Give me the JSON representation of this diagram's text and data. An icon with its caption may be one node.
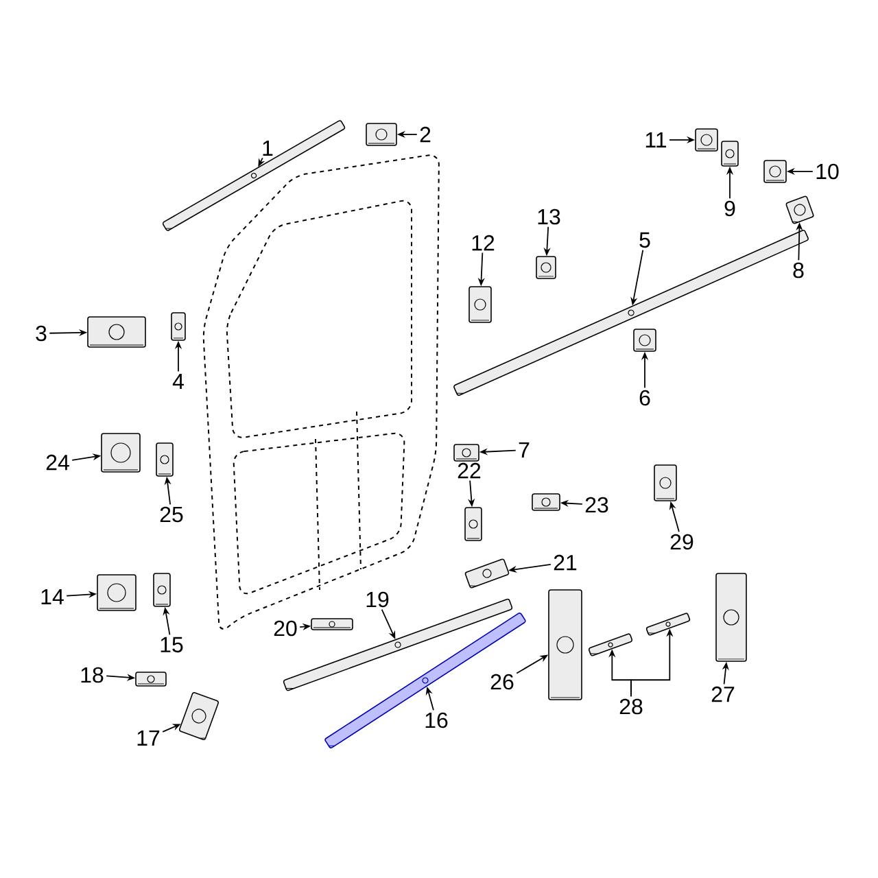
{
  "diagram": {
    "nodes": [
      {
        "text": [
          "1"
        ]
      },
      {
        "text": [],
        "shape": "picture"
      },
      {
        "text": [
          "2"
        ]
      },
      {
        "text": [],
        "shape": "picture"
      },
      {
        "text": [
          "3"
        ]
      },
      {
        "text": [],
        "shape": "picture"
      },
      {
        "text": [
          "4"
        ]
      },
      {
        "text": [],
        "shape": "picture"
      },
      {
        "text": [
          "5"
        ]
      },
      {
        "text": [],
        "shape": "picture"
      },
      {
        "text": [
          "6"
        ]
      },
      {
        "text": [],
        "shape": "picture"
      },
      {
        "text": [
          "7"
        ]
      },
      {
        "text": [],
        "shape": "picture"
      },
      {
        "text": [
          "8"
        ]
      },
      {
        "text": [],
        "shape": "picture"
      },
      {
        "text": [
          "9"
        ]
      },
      {
        "text": [],
        "shape": "picture"
      },
      {
        "text": [
          "10"
        ]
      },
      {
        "text": [],
        "shape": "picture"
      },
      {
        "text": [
          "11"
        ]
      },
      {
        "text": [],
        "shape": "picture"
      },
      {
        "text": [
          "12"
        ]
      },
      {
        "text": [],
        "shape": "picture"
      },
      {
        "text": [
          "13"
        ]
      },
      {
        "text": [],
        "shape": "picture"
      },
      {
        "text": [
          "14"
        ]
      },
      {
        "text": [],
        "shape": "picture"
      },
      {
        "text": [
          "15"
        ]
      },
      {
        "text": [],
        "shape": "picture"
      },
      {
        "text": [
          "16"
        ]
      },
      {
        "text": [],
        "shape": "picture"
      },
      {
        "text": [
          "17"
        ]
      },
      {
        "text": [],
        "shape": "picture"
      },
      {
        "text": [
          "18"
        ]
      },
      {
        "text": [],
        "shape": "picture"
      },
      {
        "text": [
          "19"
        ]
      },
      {
        "text": [],
        "shape": "picture"
      },
      {
        "text": [
          "20"
        ]
      },
      {
        "text": [],
        "shape": "picture"
      },
      {
        "text": [
          "21"
        ]
      },
      {
        "text": [],
        "shape": "picture"
      },
      {
        "text": [
          "22"
        ]
      },
      {
        "text": [],
        "shape": "picture"
      },
      {
        "text": [
          "23"
        ]
      },
      {
        "text": [],
        "shape": "picture"
      },
      {
        "text": [
          "24"
        ]
      },
      {
        "text": [],
        "shape": "picture"
      },
      {
        "text": [
          "25"
        ]
      },
      {
        "text": [],
        "shape": "picture"
      },
      {
        "text": [
          "26"
        ]
      },
      {
        "text": [],
        "shape": "picture"
      },
      {
        "text": [
          "27"
        ]
      },
      {
        "text": [],
        "shape": "picture"
      },
      {
        "text": [
          "28"
        ]
      },
      {
        "text": [],
        "shape": "picture"
      },
      {
        "text": [],
        "shape": "picture"
      },
      {
        "text": [
          "29"
        ]
      },
      {
        "text": [],
        "shape": "picture"
      }
    ],
    "edges": [
      {
        "from": 0,
        "to": 1,
        "arrow": "to"
      },
      {
        "from": 2,
        "to": 3,
        "arrow": "to"
      },
      {
        "from": 4,
        "to": 5,
        "arrow": "to"
      },
      {
        "from": 6,
        "to": 7,
        "arrow": "to"
      },
      {
        "from": 8,
        "to": 9,
        "arrow": "to"
      },
      {
        "from": 10,
        "to": 11,
        "arrow": "to"
      },
      {
        "from": 12,
        "to": 13,
        "arrow": "to"
      },
      {
        "from": 14,
        "to": 15,
        "arrow": "to"
      },
      {
        "from": 16,
        "to": 17,
        "arrow": "to"
      },
      {
        "from": 18,
        "to": 19,
        "arrow": "to"
      },
      {
        "from": 20,
        "to": 21,
        "arrow": "to"
      },
      {
        "from": 22,
        "to": 23,
        "arrow": "to"
      },
      {
        "from": 24,
        "to": 25,
        "arrow": "to"
      },
      {
        "from": 26,
        "to": 27,
        "arrow": "to"
      },
      {
        "from": 28,
        "to": 29,
        "arrow": "to"
      },
      {
        "from": 30,
        "to": 31,
        "arrow": "to"
      },
      {
        "from": 32,
        "to": 33,
        "arrow": "to"
      },
      {
        "from": 34,
        "to": 35,
        "arrow": "to"
      },
      {
        "from": 36,
        "to": 37,
        "arrow": "to"
      },
      {
        "from": 38,
        "to": 39,
        "arrow": "to"
      },
      {
        "from": 40,
        "to": 41,
        "arrow": "to"
      },
      {
        "from": 42,
        "to": 43,
        "arrow": "to"
      },
      {
        "from": 44,
        "to": 45,
        "arrow": "to"
      },
      {
        "from": 46,
        "to": 47,
        "arrow": "to"
      },
      {
        "from": 48,
        "to": 49,
        "arrow": "to"
      },
      {
        "from": 50,
        "to": 51,
        "arrow": "to"
      },
      {
        "from": 52,
        "to": 53,
        "arrow": "to"
      },
      {
        "from": 54,
        "to": 55,
        "arrow": "to"
      },
      {
        "from": 54,
        "to": 56,
        "arrow": "to"
      },
      {
        "from": 57,
        "to": 58,
        "arrow": "to"
      }
    ]
  }
}
